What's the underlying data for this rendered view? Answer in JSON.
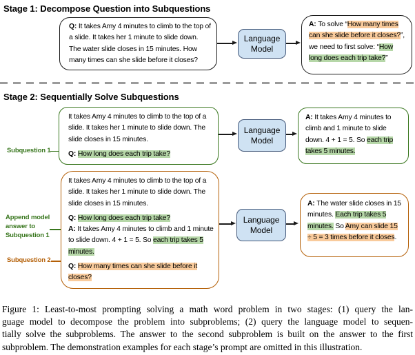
{
  "palette": {
    "green_highlight": "#b6d7a8",
    "orange_highlight": "#f9cb9c",
    "green_border": "#38761d",
    "orange_border": "#b45f06",
    "lm_fill": "#cfe2f3",
    "lm_border": "#44597a",
    "box_border": "#1a1a1a",
    "divider_gray": "#9b9b9b"
  },
  "stage1": {
    "title": "Stage 1: Decompose Question into Subquestions",
    "question_box": [
      {
        "t": "Q: ",
        "b": true
      },
      {
        "t": "It takes Amy 4 minutes to climb to the top of a slide. It takes her 1 minute to slide down. The water slide closes in 15 minutes. How many times can she slide before it closes?"
      }
    ],
    "lm_label": "Language Model",
    "answer_box": [
      {
        "t": "A: ",
        "b": true
      },
      {
        "t": "To solve “"
      },
      {
        "t": "How many times can she slide before it closes?",
        "h": "orange"
      },
      {
        "t": "”, we need to first solve: “"
      },
      {
        "t": "How long does each trip take?",
        "h": "green"
      },
      {
        "t": "”"
      }
    ]
  },
  "stage2": {
    "title": "Stage 2: Sequentially Solve Subquestions",
    "row1": {
      "side_label": "Subquestion 1",
      "input_paragraphs": [
        [
          {
            "t": "It takes Amy 4 minutes to climb to the top of a slide. It takes her 1 minute to slide down. The slide closes in 15 minutes."
          }
        ],
        [
          {
            "t": "Q: ",
            "b": true
          },
          {
            "t": "How long does each trip take?",
            "h": "green"
          }
        ]
      ],
      "lm_label": "Language Model",
      "answer_box": [
        {
          "t": "A: ",
          "b": true
        },
        {
          "t": "It takes Amy 4 minutes to climb and 1 minute to slide down. 4 + 1 = 5. So "
        },
        {
          "t": "each trip takes 5 minutes.",
          "h": "green"
        }
      ]
    },
    "row2": {
      "side_label_append": "Append model answer to Subquestion 1",
      "side_label_sub2": "Subquestion 2",
      "input_paragraphs": [
        [
          {
            "t": "It takes Amy 4 minutes to climb to the top of a slide. It takes her 1 minute to slide down. The slide closes in 15 minutes."
          }
        ],
        [
          {
            "t": "Q: ",
            "b": true
          },
          {
            "t": "How long does each trip take?",
            "h": "green"
          }
        ],
        [
          {
            "t": "A: ",
            "b": true
          },
          {
            "t": "It takes Amy 4 minutes to climb and 1 minute to slide down. 4 + 1 = 5. So "
          },
          {
            "t": "each trip takes 5 minutes.",
            "h": "green"
          }
        ],
        [
          {
            "t": "Q: ",
            "b": true
          },
          {
            "t": "How many times can she slide before it closes?",
            "h": "orange"
          }
        ]
      ],
      "lm_label": "Language Model",
      "answer_box": [
        {
          "t": "A: ",
          "b": true
        },
        {
          "t": "The water slide closes in 15 minutes. "
        },
        {
          "t": "Each trip takes 5 minutes.",
          "h": "green"
        },
        {
          "t": " So "
        },
        {
          "t": "Amy can slide 15 ÷ 5 = 3 times before it closes",
          "h": "orange"
        },
        {
          "t": "."
        }
      ]
    }
  },
  "caption": {
    "lines": [
      "Figure 1: Least-to-most prompting solving a math word problem in two stages: (1) query the lan-",
      "guage model to decompose the problem into subproblems; (2) query the language model to sequen-",
      "tially solve the subproblems. The answer to the second subproblem is built on the answer to the first",
      "subproblem. The demonstration examples for each stage’s prompt are omitted in this illustration."
    ]
  }
}
